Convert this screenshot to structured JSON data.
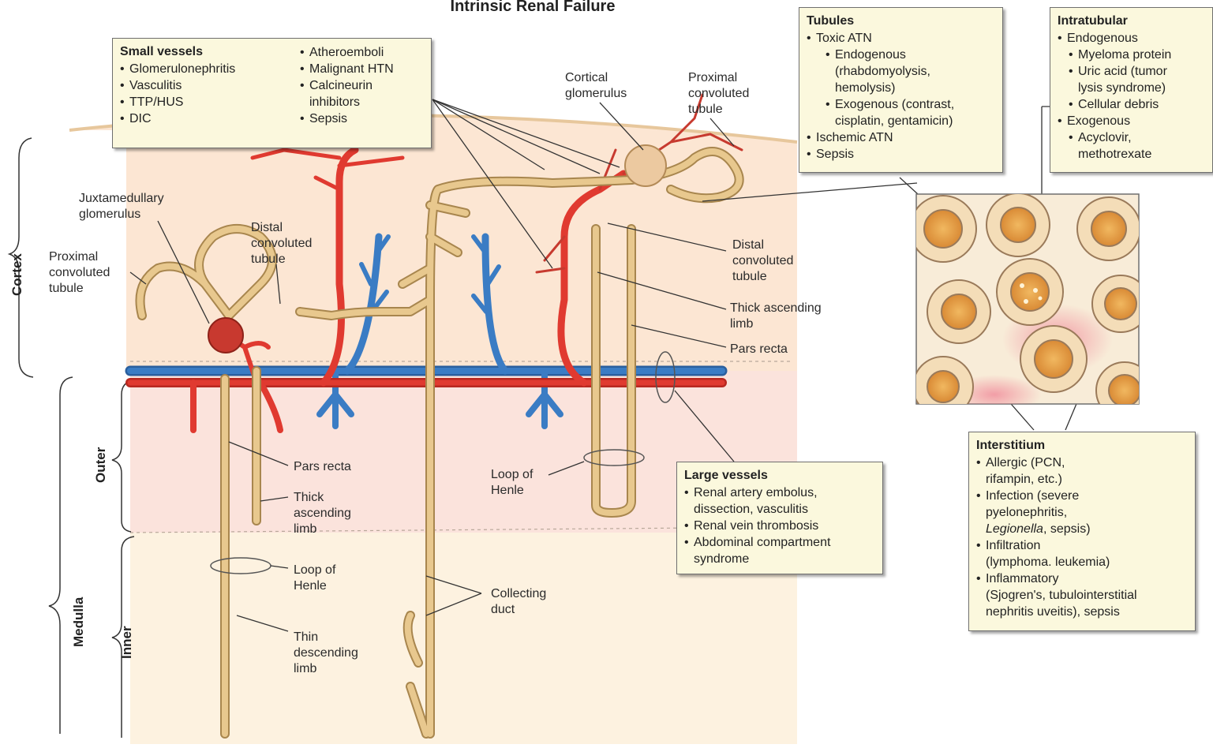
{
  "title": "Intrinsic Renal Failure",
  "regions": {
    "cortex": "Cortex",
    "outer": "Outer",
    "inner": "Inner",
    "medulla": "Medulla"
  },
  "labels": {
    "juxtamedullary_glomerulus": [
      "Juxtamedullary",
      "glomerulus"
    ],
    "proximal_left": [
      "Proximal",
      "convoluted",
      "tubule"
    ],
    "distal_left": [
      "Distal",
      "convoluted",
      "tubule"
    ],
    "cortical_glomerulus": [
      "Cortical",
      "glomerulus"
    ],
    "proximal_right": [
      "Proximal",
      "convoluted",
      "tubule"
    ],
    "distal_right": [
      "Distal",
      "convoluted",
      "tubule"
    ],
    "thick_ascending_right": [
      "Thick ascending",
      "limb"
    ],
    "pars_recta_right": [
      "Pars recta"
    ],
    "pars_recta_left": [
      "Pars recta"
    ],
    "thick_ascending_left": [
      "Thick",
      "ascending",
      "limb"
    ],
    "loop_henle_left": [
      "Loop of",
      "Henle"
    ],
    "thin_descending": [
      "Thin",
      "descending",
      "limb"
    ],
    "loop_henle_right": [
      "Loop of",
      "Henle"
    ],
    "collecting_duct": [
      "Collecting",
      "duct"
    ]
  },
  "boxes": {
    "small_vessels": {
      "heading": "Small vessels",
      "col1": [
        "Glomerulonephritis",
        "Vasculitis",
        "TTP/HUS",
        "DIC"
      ],
      "col2": [
        "Atheroemboli",
        "Malignant HTN",
        "Calcineurin",
        "inhibitors",
        "Sepsis"
      ]
    },
    "tubules": {
      "heading": "Tubules",
      "lines": [
        "Toxic ATN",
        "Endogenous",
        "(rhabdomyolysis,",
        "hemolysis)",
        "Exogenous (contrast,",
        "cisplatin, gentamicin)",
        "Ischemic ATN",
        "Sepsis"
      ]
    },
    "intratubular": {
      "heading": "Intratubular",
      "lines": [
        "Endogenous",
        "Myeloma protein",
        "Uric acid (tumor",
        "lysis syndrome)",
        "Cellular debris",
        "Exogenous",
        "Acyclovir,",
        "methotrexate"
      ]
    },
    "large_vessels": {
      "heading": "Large vessels",
      "lines": [
        "Renal artery embolus,",
        "dissection, vasculitis",
        "Renal vein thrombosis",
        "Abdominal compartment",
        "syndrome"
      ]
    },
    "interstitium": {
      "heading": "Interstitium",
      "lines": [
        "Allergic (PCN,",
        "rifampin, etc.)",
        "Infection (severe",
        "pyelonephritis,",
        "Legionella",
        ", sepsis)",
        "Infiltration",
        "(lymphoma. leukemia)",
        "Inflammatory",
        "(Sjogren's, tubulointerstitial",
        "nephritis uveitis), sepsis"
      ]
    }
  },
  "colors": {
    "artery": "#d8342b",
    "vein": "#2f6fb8",
    "tubule": "#e8c88e",
    "tubule_outline": "#a8864e",
    "box_fill": "#fbf8dd",
    "cortex_bg": "#fce7d6",
    "outer_medulla_bg": "#fbe4dc",
    "inner_medulla_bg": "#fdf3e2"
  }
}
